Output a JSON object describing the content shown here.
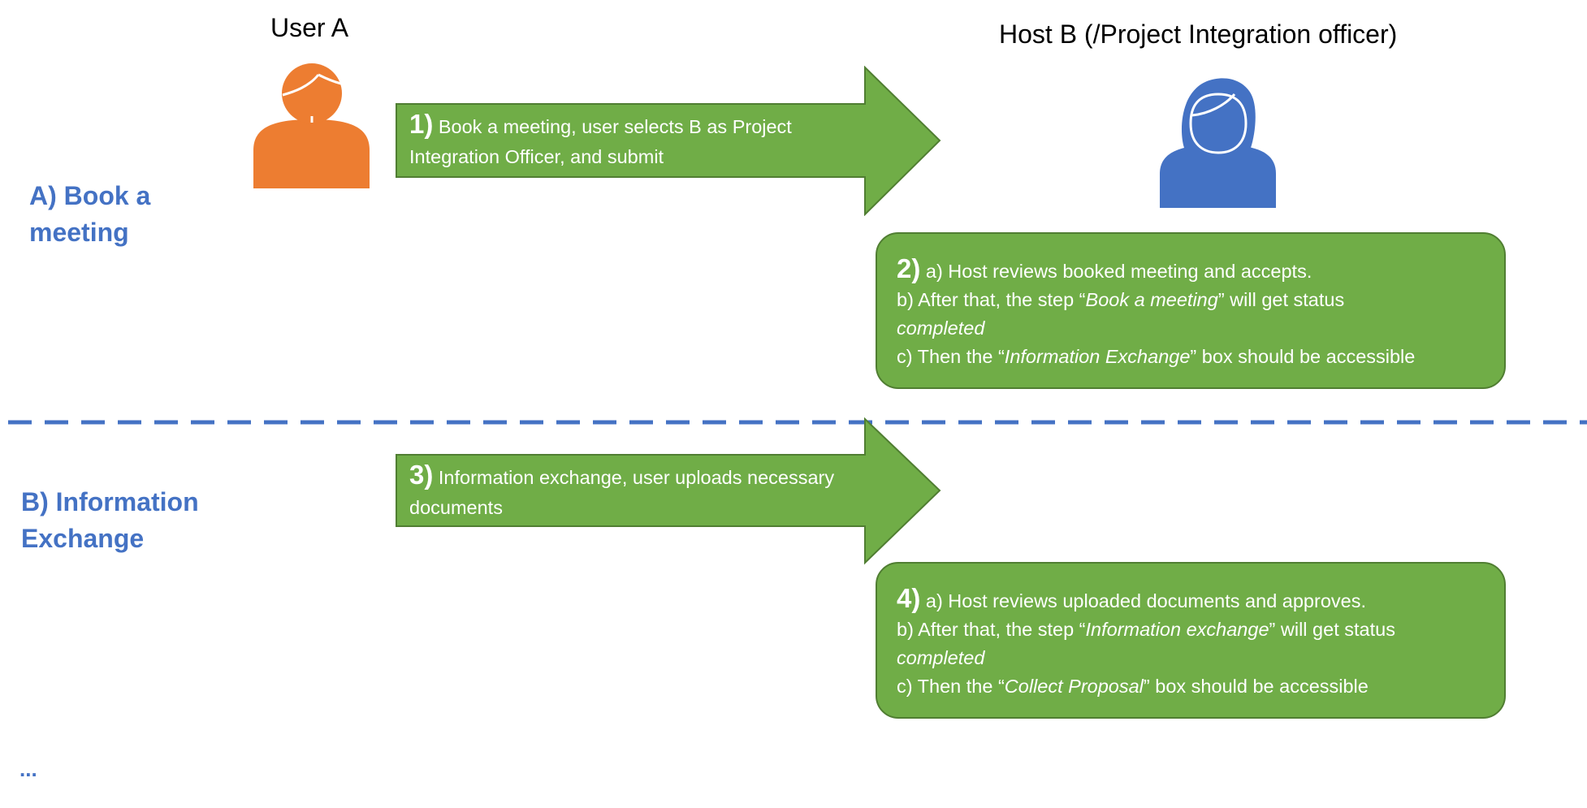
{
  "actors": {
    "user_a": {
      "label": "User A",
      "icon": "person-icon",
      "color": "#ed7d31"
    },
    "host_b": {
      "label": "Host B (/Project Integration officer)",
      "icon": "person-female-icon",
      "color": "#4472c4"
    }
  },
  "sections": {
    "a": {
      "line1": "A) Book a",
      "line2": "meeting"
    },
    "b": {
      "line1": "B) Information",
      "line2": "Exchange"
    },
    "more": "..."
  },
  "steps": {
    "s1": {
      "num": "1)",
      "text1": " Book a meeting, user selects B as Project",
      "text2": "Integration Officer, and submit"
    },
    "s2": {
      "num": "2)",
      "a": " a) Host reviews booked meeting and accepts.",
      "b_pre": "b) After that, the step “",
      "b_italic": "Book a meeting",
      "b_post": "” will get status",
      "b_cont": "completed",
      "c_pre": "c) Then the “",
      "c_italic": "Information Exchange",
      "c_post": "” box should be accessible"
    },
    "s3": {
      "num": "3)",
      "text1": " Information exchange, user uploads necessary",
      "text2": "documents"
    },
    "s4": {
      "num": "4)",
      "a": " a) Host reviews uploaded documents and approves.",
      "b_pre": "b) After that, the step “",
      "b_italic": "Information exchange",
      "b_post": "” will get status",
      "b_cont": "completed",
      "c_pre": "c) Then the “",
      "c_italic": "Collect Proposal",
      "c_post": "” box should be accessible"
    }
  },
  "colors": {
    "green_fill": "#70ad47",
    "green_border": "#507e32",
    "blue_accent": "#4472c4",
    "orange_accent": "#ed7d31"
  }
}
